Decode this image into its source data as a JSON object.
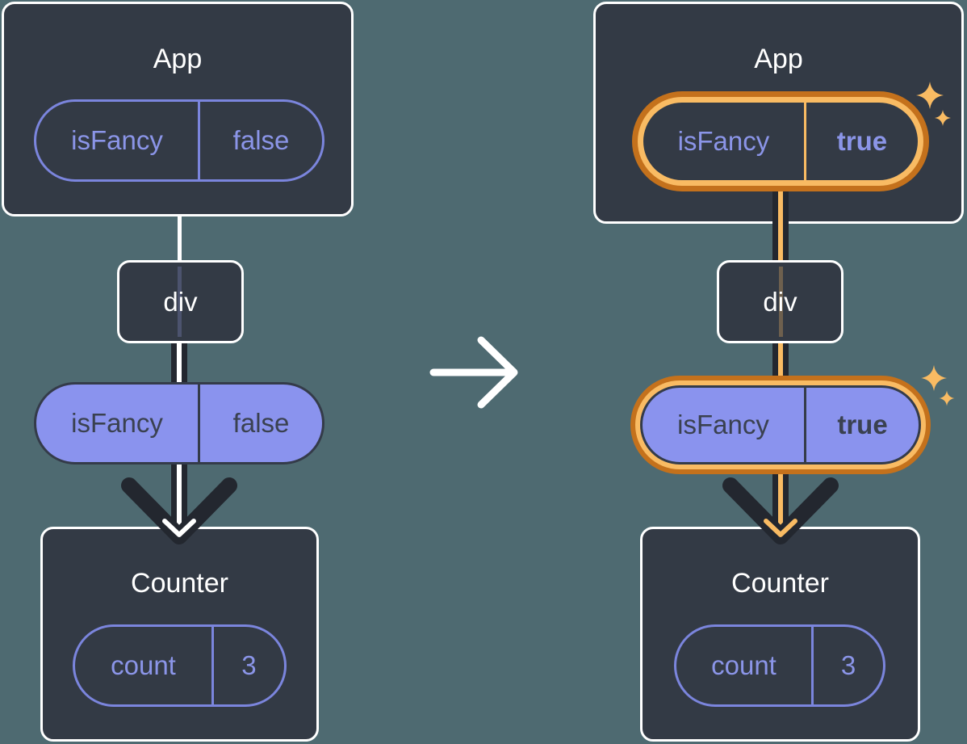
{
  "diagram": "react-state-passed-down-before-after",
  "colors": {
    "background": "#4e6a71",
    "card_bg": "#333a45",
    "card_border": "#ffffff",
    "purple_fill": "#8a93ee",
    "purple_stroke": "#7b85dd",
    "purple_text": "#8b95e8",
    "dark_text": "#3a4150",
    "arrow_dark": "#23272f",
    "highlight_orange": "#f9bb63",
    "highlight_orange_dark": "#c4711c",
    "white": "#ffffff"
  },
  "before": {
    "app": {
      "title": "App",
      "state": {
        "name": "isFancy",
        "value": "false"
      }
    },
    "div": {
      "label": "div"
    },
    "prop": {
      "name": "isFancy",
      "value": "false"
    },
    "counter": {
      "title": "Counter",
      "state": {
        "name": "count",
        "value": "3"
      }
    }
  },
  "after": {
    "app": {
      "title": "App",
      "state": {
        "name": "isFancy",
        "value": "true"
      }
    },
    "div": {
      "label": "div"
    },
    "prop": {
      "name": "isFancy",
      "value": "true"
    },
    "counter": {
      "title": "Counter",
      "state": {
        "name": "count",
        "value": "3"
      }
    }
  },
  "icons": {
    "transition_arrow": "right-arrow",
    "sparkle": "four-point-sparkle"
  }
}
